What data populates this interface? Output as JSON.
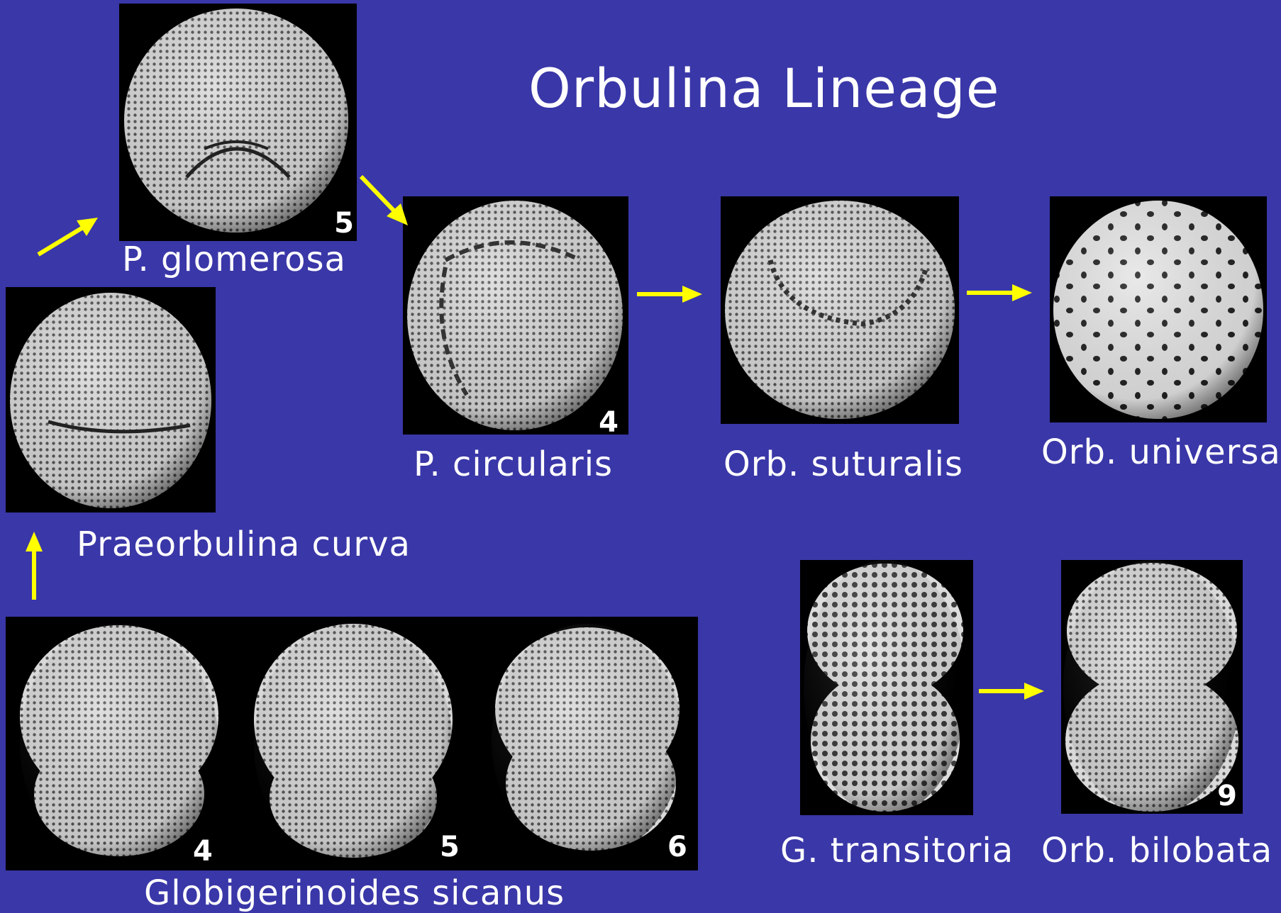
{
  "title": "Orbulina Lineage",
  "colors": {
    "background": "#3a37a8",
    "arrow": "#ffff00",
    "text": "#ffffff"
  },
  "specimens": {
    "p_glomerosa": {
      "label": "P. glomerosa",
      "plate_numbers": [
        "5"
      ]
    },
    "p_circularis": {
      "label": "P. circularis",
      "plate_numbers": [
        "4"
      ]
    },
    "orb_suturalis": {
      "label": "Orb. suturalis",
      "plate_numbers": []
    },
    "orb_universa": {
      "label": "Orb. universa",
      "plate_numbers": []
    },
    "praeorbulina_curva": {
      "label": "Praeorbulina curva",
      "plate_numbers": []
    },
    "globigerinoides_sicanus": {
      "label": "Globigerinoides sicanus",
      "plate_numbers": [
        "4",
        "5",
        "6"
      ]
    },
    "g_transitoria": {
      "label": "G. transitoria",
      "plate_numbers": []
    },
    "orb_bilobata": {
      "label": "Orb. bilobata",
      "plate_numbers": [
        "9"
      ]
    }
  },
  "arrows": [
    {
      "from": "Globigerinoides sicanus",
      "to": "Praeorbulina curva",
      "direction": "up"
    },
    {
      "from": "Praeorbulina curva",
      "to": "P. glomerosa",
      "direction": "up-right"
    },
    {
      "from": "P. glomerosa",
      "to": "P. circularis",
      "direction": "down-right"
    },
    {
      "from": "P. circularis",
      "to": "Orb. suturalis",
      "direction": "right"
    },
    {
      "from": "Orb. suturalis",
      "to": "Orb. universa",
      "direction": "right"
    },
    {
      "from": "G. transitoria",
      "to": "Orb. bilobata",
      "direction": "right"
    }
  ]
}
